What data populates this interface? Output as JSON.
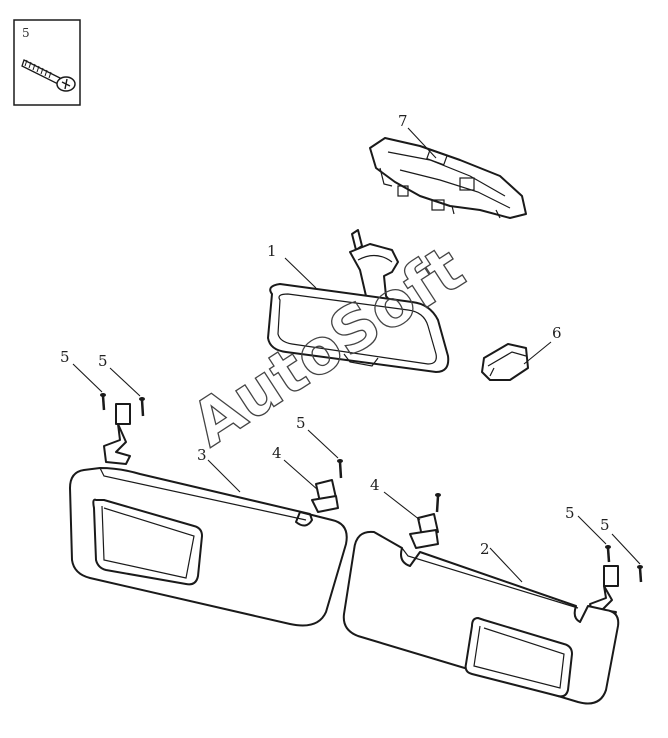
{
  "inset": {
    "label": "5"
  },
  "watermark": "AutoSoft",
  "callouts": {
    "mirror": "1",
    "visor_right": "2",
    "visor_left": "3",
    "clip_left": "4",
    "clip_right": "4",
    "screw_a": "5",
    "screw_b": "5",
    "screw_c": "5",
    "screw_d": "5",
    "screw_e": "5",
    "cover": "6",
    "bracket": "7"
  }
}
